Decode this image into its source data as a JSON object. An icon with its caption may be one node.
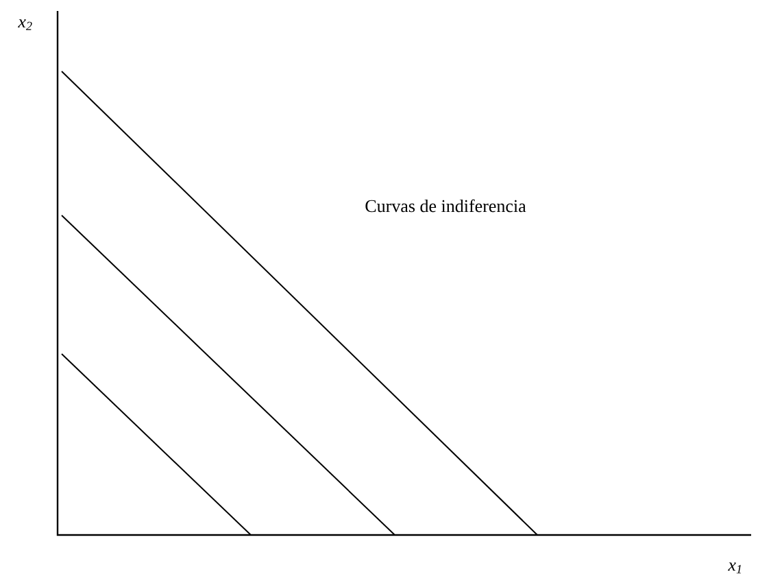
{
  "diagram": {
    "labels": [
      "x$_{2}$",
      "Curvas de indiferencia",
      "x$_{1}$"
    ]
  }
}
